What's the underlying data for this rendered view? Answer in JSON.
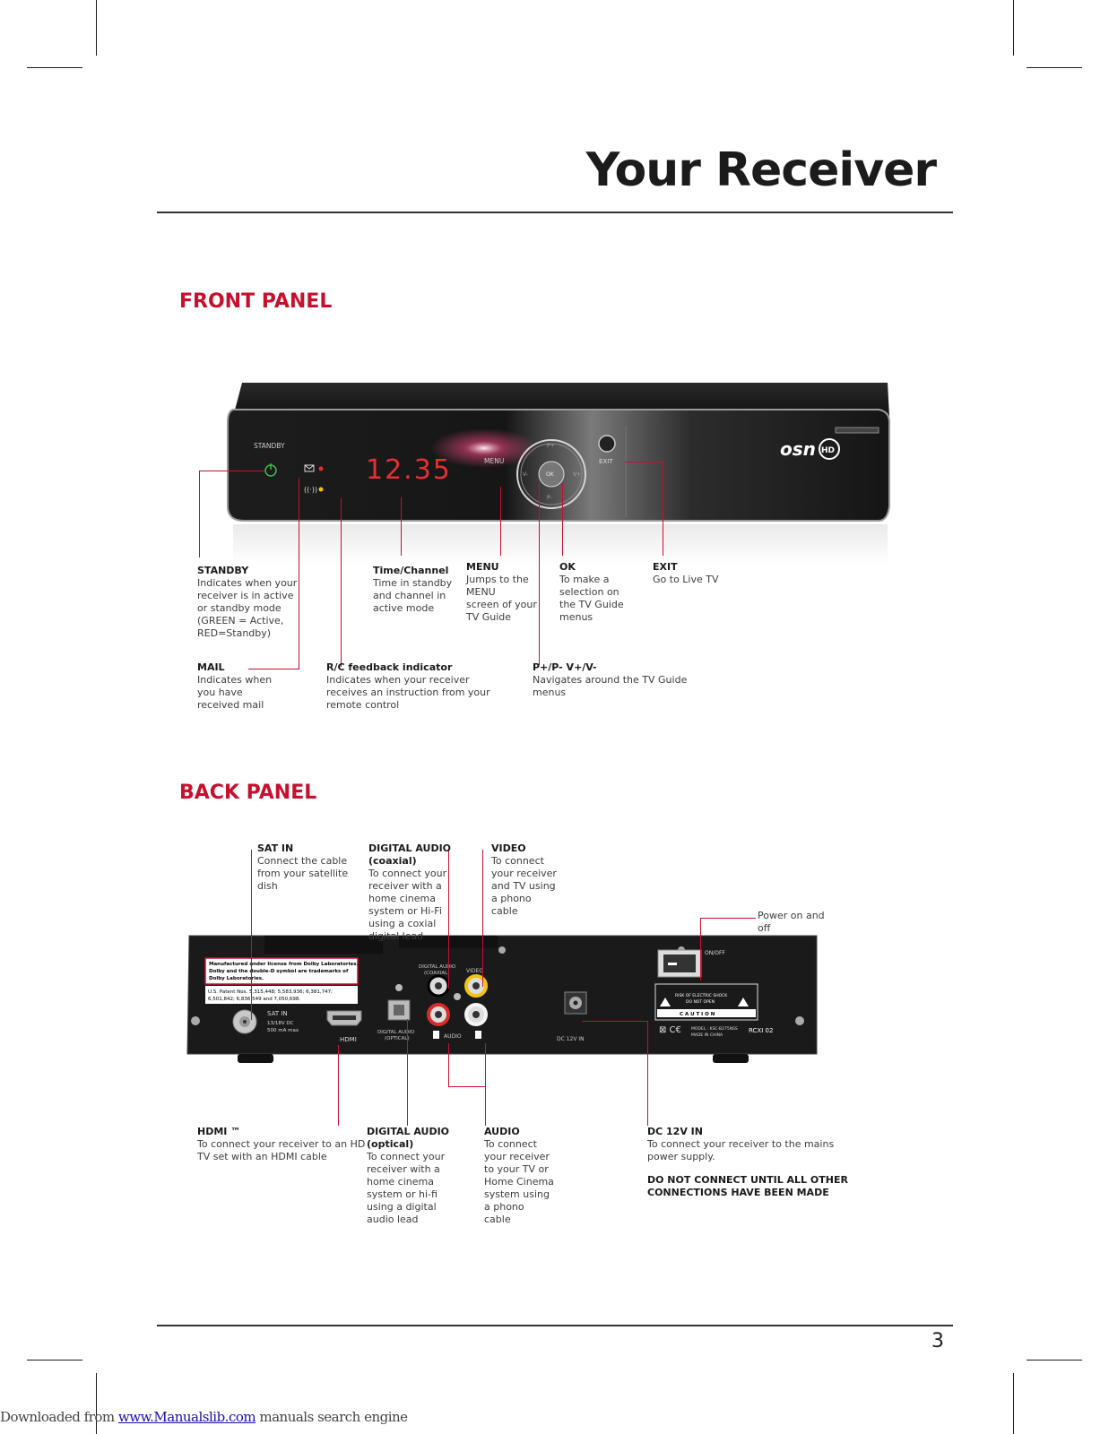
{
  "page": {
    "title": "Your Receiver",
    "page_number": "3"
  },
  "front_panel": {
    "heading": "FRONT PANEL",
    "device_text": {
      "standby": "STANDBY",
      "display": "12.35",
      "menu": "MENU",
      "exit": "EXIT",
      "p_plus": "P+",
      "p_minus": "P-",
      "v_minus": "V-",
      "v_plus": "V+",
      "ok": "OK",
      "brand": "osn",
      "brand_badge": "HD"
    },
    "labels": {
      "standby": {
        "title": "STANDBY",
        "body": "Indicates when your\nreceiver is in active\nor standby mode\n(GREEN = Active,\nRED=Standby)"
      },
      "time": {
        "title": "Time/Channel",
        "body": "Time in standby\nand channel in\nactive mode"
      },
      "menu": {
        "title": "MENU",
        "body": "Jumps to the\nMENU\nscreen of your\nTV Guide"
      },
      "ok": {
        "title": "OK",
        "body": "To make a\nselection on\nthe TV Guide\nmenus"
      },
      "exit": {
        "title": "EXIT",
        "body": "Go to Live TV"
      },
      "mail": {
        "title": "MAIL",
        "body": "Indicates when\nyou have\nreceived mail"
      },
      "rc": {
        "title": "R/C feedback indicator",
        "body": "Indicates when your receiver\nreceives an instruction from your\nremote control"
      },
      "pv": {
        "title": "P+/P-  V+/V-",
        "body": "Navigates around the TV Guide\nmenus"
      }
    }
  },
  "back_panel": {
    "heading": "BACK PANEL",
    "device_text": {
      "dolby_notice": "Manufactured under license from Dolby Laboratories.",
      "dolby_notice2": "Dolby and the double-D symbol are trademarks of",
      "dolby_notice3": "Dolby Laboratories.",
      "patent1": "U.S. Patent Nos. 5,315,448; 5,583,936; 6,381,747;",
      "patent2": "6,501,842; 6,836,549 and 7,050,698.",
      "sat_in": "SAT IN",
      "sat_spec1": "13/18V DC",
      "sat_spec2": "500 mA max",
      "hdmi": "HDMI",
      "digital_audio_optical1": "DIGITAL AUDIO",
      "digital_audio_optical2": "(OPTICAL)",
      "digital_audio_coaxial1": "DIGITAL AUDIO",
      "digital_audio_coaxial2": "(COAXIAL)",
      "video": "VIDEO",
      "audio": "AUDIO",
      "dc_in": "DC 12V IN",
      "on_off": "ON/OFF",
      "risk1": "RISK OF ELECTRIC SHOCK",
      "risk2": "DO NOT OPEN",
      "caution": "C A U T I O N",
      "model": "MODEL : KSC-B275NSS",
      "made_in": "MADE IN CHINA",
      "rcxi": "RCXI 02"
    },
    "labels": {
      "sat_in": {
        "title": "SAT IN",
        "body": "Connect the cable\nfrom your satellite\ndish"
      },
      "digital_coax": {
        "title": "DIGITAL AUDIO\n(coaxial)",
        "body": "To connect your\nreceiver with a\nhome cinema\nsystem or Hi-Fi\nusing a coxial\ndigital lead"
      },
      "video": {
        "title": "VIDEO",
        "body": "To connect\nyour receiver\nand TV using\na phono\ncable"
      },
      "power": {
        "body": "Power on and\noff"
      },
      "hdmi": {
        "title": "HDMI ™",
        "body": "To connect your receiver to an HD\nTV set with an HDMI cable"
      },
      "digital_optical": {
        "title": "DIGITAL AUDIO\n(optical)",
        "body": "To connect your\nreceiver with a\nhome cinema\nsystem or hi-fi\nusing a digital\naudio lead"
      },
      "audio": {
        "title": "AUDIO",
        "body": "To connect\nyour receiver\nto your TV or\nHome Cinema\nsystem using\na phono\ncable"
      },
      "dc": {
        "title": "DC 12V IN",
        "body": "To connect your receiver to the mains\npower supply.",
        "warning": "DO NOT CONNECT UNTIL ALL OTHER\nCONNECTIONS HAVE BEEN MADE"
      }
    }
  },
  "footer": {
    "prefix": "Downloaded from ",
    "link": "www.Manualslib.com",
    "suffix": "  manuals search engine"
  },
  "colors": {
    "accent": "#c8102e",
    "led_red": "#e53030",
    "led_yellow": "#f1c40f",
    "led_green": "#3fb950"
  }
}
